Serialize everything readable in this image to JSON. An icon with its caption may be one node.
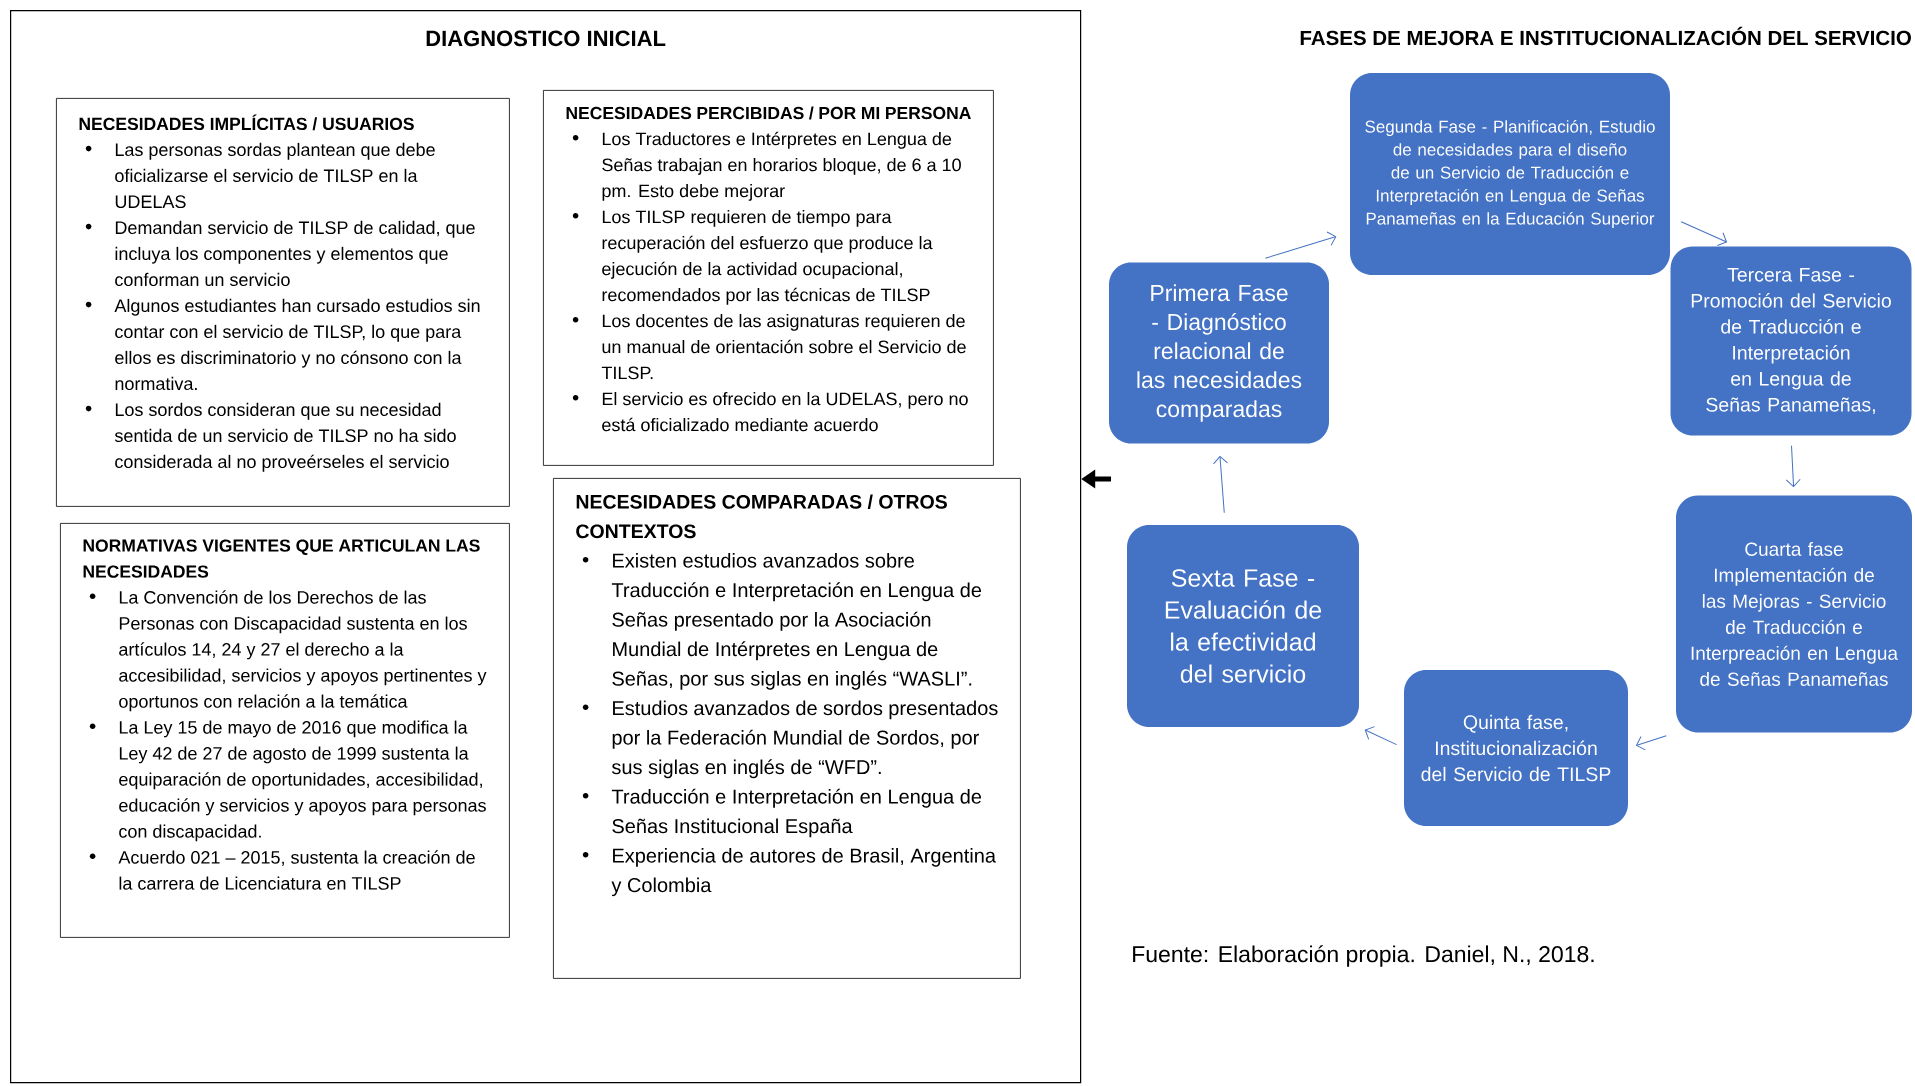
{
  "diagram": {
    "title": "FASES DE MEJORA E INSTITUCIONALIZACIÓN DEL SERVICIO",
    "caption": "Fuente: Elaboración propia. Daniel, N., 2018.",
    "nodes": [
      {
        "text": [
          "DIAGNOSTICO INICIAL"
        ]
      },
      {
        "text": [
          "NECESIDADES IMPLÍCITAS / USUARIOS",
          "Las personas sordas plantean que debe oficializarse el servicio de TILSP en la UDELAS",
          "Demandan servicio de TILSP de calidad, que incluya los componentes y elementos que conforman un servicio",
          "Algunos estudiantes han cursado estudios sin contar con el servicio de TILSP, lo que para ellos es discriminatorio y no cónsono con la normativa.",
          "Los sordos consideran que su necesidad sentida de un servicio de TILSP no ha sido considerada al no proveérseles el servicio"
        ],
        "in": 0
      },
      {
        "text": [
          "NECESIDADES PERCIBIDAS / POR MI PERSONA",
          "Los Traductores e Intérpretes en Lengua de Señas trabajan en horarios bloque, de 6 a 10 pm. Esto debe mejorar",
          "Los TILSP requieren de tiempo para recuperación del esfuerzo que produce la ejecución de la actividad ocupacional, recomendados por las técnicas de TILSP",
          "Los docentes de las asignaturas requieren de un manual de orientación sobre el Servicio de TILSP.",
          "El servicio es ofrecido en la UDELAS, pero no está oficializado mediante acuerdo"
        ],
        "in": 0
      },
      {
        "text": [
          "NORMATIVAS VIGENTES QUE ARTICULAN LAS NECESIDADES",
          "La Convención de los Derechos de las Personas con Discapacidad sustenta en los artículos 14, 24 y 27 el derecho a la accesibilidad, servicios y apoyos pertinentes y oportunos con relación a la temática",
          "La Ley 15 de mayo de 2016 que modifica la Ley 42 de 27 de agosto de 1999 sustenta la equiparación de oportunidades, accesibilidad, educación y servicios y apoyos para personas con discapacidad.",
          "Acuerdo 021 – 2015, sustenta la creación de la carrera de Licenciatura en TILSP"
        ],
        "in": 0
      },
      {
        "text": [
          "NECESIDADES COMPARADAS / OTROS CONTEXTOS",
          "Existen estudios avanzados sobre Traducción e Interpretación en Lengua de Señas presentado por la Asociación Mundial de Intérpretes en Lengua de Señas, por sus siglas en inglés “WASLI”.",
          "Estudios avanzados de sordos presentados por la Federación Mundial de Sordos, por sus siglas en inglés de “WFD”.",
          "Traducción e Interpretación en Lengua de Señas Institucional España",
          "Experiencia de autores de Brasil, Argentina y Colombia"
        ],
        "in": 0
      },
      {
        "text": [
          "Primera Fase - Diagnóstico relacional de las necesidades comparadas"
        ]
      },
      {
        "text": [
          "Segunda Fase - Planificación, Estudio de necesidades para el diseño de un Servicio de Traducción e Interpretación en Lengua de Señas Panameñas en la Educación Superior"
        ]
      },
      {
        "text": [
          "Tercera Fase - Promoción del Servicio de Traducción e Interpretación en Lengua de Señas Panameñas,"
        ]
      },
      {
        "text": [
          "Cuarta fase Implementación de las Mejoras - Servicio de Traducción e Interpreación en Lengua de Señas Panameñas"
        ]
      },
      {
        "text": [
          "Quinta fase, Institucionalización del Servicio de TILSP"
        ]
      },
      {
        "text": [
          "Sexta Fase - Evaluación de la efectividad del servicio"
        ]
      }
    ],
    "edges": [
      {
        "from": 5,
        "to": 6,
        "arrow": "to"
      },
      {
        "from": 6,
        "to": 7,
        "arrow": "to"
      },
      {
        "from": 7,
        "to": 8,
        "arrow": "to"
      },
      {
        "from": 8,
        "to": 9,
        "arrow": "to"
      },
      {
        "from": 9,
        "to": 10,
        "arrow": "to"
      },
      {
        "from": 10,
        "to": 5,
        "arrow": "to"
      },
      {
        "from": null,
        "to": 0,
        "arrow": "to",
        "style": "thick",
        "color": "#000000"
      }
    ]
  }
}
